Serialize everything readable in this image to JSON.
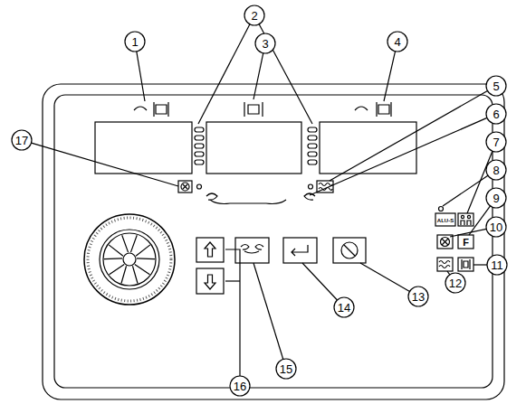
{
  "diagram": {
    "labels": [
      "2",
      "1",
      "3",
      "4",
      "5",
      "6",
      "17",
      "7",
      "8",
      "ALU-S",
      "9",
      "F",
      "10",
      "11",
      "12",
      "13",
      "14",
      "15",
      "16"
    ]
  }
}
